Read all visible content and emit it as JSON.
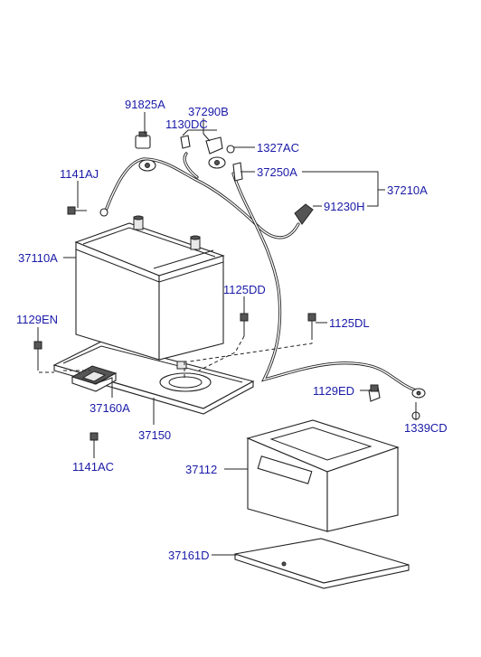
{
  "labels": {
    "p91825A": "91825A",
    "p37290B": "37290B",
    "p1130DC": "1130DC",
    "p1327AC": "1327AC",
    "p1141AJ": "1141AJ",
    "p37250A": "37250A",
    "p37210A": "37210A",
    "p91230H": "91230H",
    "p37110A": "37110A",
    "p1125DD": "1125DD",
    "p1129EN": "1129EN",
    "p1125DL": "1125DL",
    "p1129ED": "1129ED",
    "p37160A": "37160A",
    "p1339CD": "1339CD",
    "p37150": "37150",
    "p1141AC": "1141AC",
    "p37112": "37112",
    "p37161D": "37161D"
  },
  "colors": {
    "label": "#1a1aa8",
    "line": "#222222",
    "background": "#ffffff"
  }
}
